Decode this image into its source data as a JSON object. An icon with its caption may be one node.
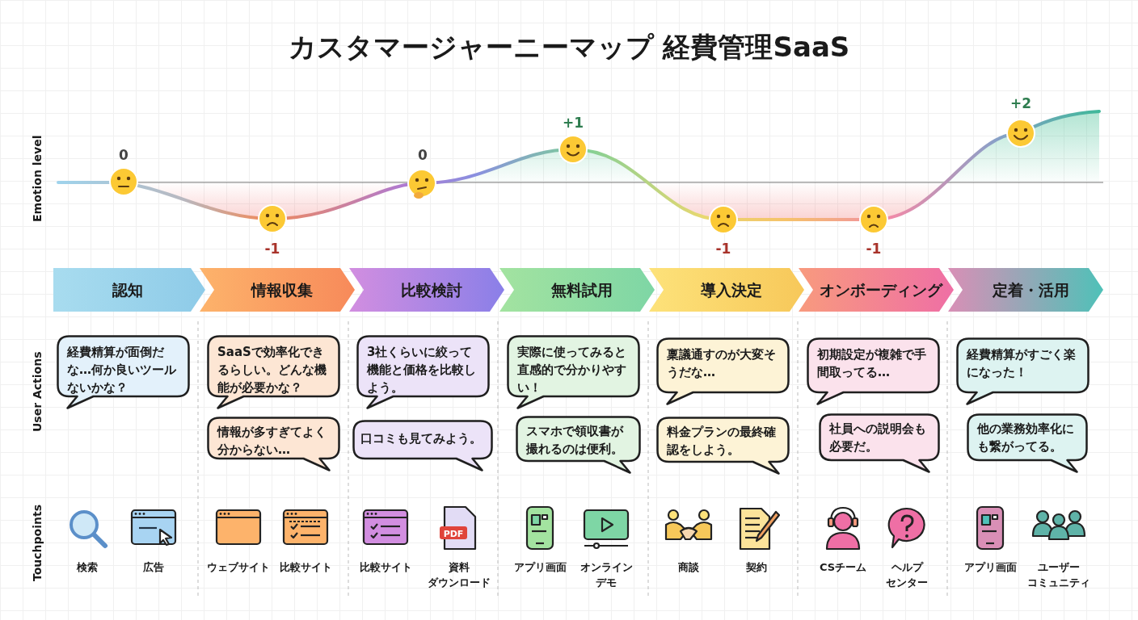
{
  "diagram": {
    "title": "カスタマージャーニーマップ 経費管理SaaS",
    "nodes": [
      {
        "text": [
          "認知"
        ]
      },
      {
        "text": [
          "情報収集"
        ]
      },
      {
        "text": [
          "比較検討"
        ]
      },
      {
        "text": [
          "無料試用"
        ]
      },
      {
        "text": [
          "導入決定"
        ]
      },
      {
        "text": [
          "オンボーディング"
        ]
      },
      {
        "text": [
          "定着・活用"
        ]
      },
      {
        "text": [
          "経費精算が面倒だな…何か良いツールないかな？"
        ]
      },
      {
        "text": [
          "SaaSで効率化できるらしい。どんな機能が必要かな？"
        ]
      },
      {
        "text": [
          "情報が多すぎてよく分からない…"
        ]
      },
      {
        "text": [
          "3社くらいに絞って機能と価格を比較しよう。"
        ]
      },
      {
        "text": [
          "口コミも見てみよう。"
        ]
      },
      {
        "text": [
          "実際に使ってみると直感的で分かりやすい！"
        ]
      },
      {
        "text": [
          "スマホで領収書が撮れるのは便利。"
        ]
      },
      {
        "text": [
          "稟議通すのが大変そうだな…"
        ]
      },
      {
        "text": [
          "料金プランの最終確認をしよう。"
        ]
      },
      {
        "text": [
          "初期設定が複雑で手間取ってる…"
        ]
      },
      {
        "text": [
          "社員への説明会も必要だ。"
        ]
      },
      {
        "text": [
          "経費精算がすごく楽になった！"
        ]
      },
      {
        "text": [
          "他の業務効率化にも繋がってる。"
        ]
      },
      {
        "text": [
          "検索"
        ]
      },
      {
        "text": [
          "広告"
        ]
      },
      {
        "text": [
          "ウェブサイト"
        ]
      },
      {
        "text": [
          "比較サイト"
        ]
      },
      {
        "text": [
          "比較サイト"
        ]
      },
      {
        "text": [
          "資料",
          "ダウンロード"
        ]
      },
      {
        "text": [
          "アプリ画面"
        ]
      },
      {
        "text": [
          "オンライン",
          "デモ"
        ]
      },
      {
        "text": [
          "商談"
        ]
      },
      {
        "text": [
          "契約"
        ]
      },
      {
        "text": [
          "CSチーム"
        ]
      },
      {
        "text": [
          "ヘルプ",
          "センター"
        ]
      },
      {
        "text": [
          "アプリ画面"
        ]
      },
      {
        "text": [
          "ユーザー",
          "コミュニティ"
        ]
      }
    ],
    "labels": [
      "Emotion level",
      "0",
      "-1",
      "0",
      "+1",
      "-1",
      "-1",
      "+2",
      "User Actions",
      "Touchpoints",
      "PDF"
    ]
  }
}
